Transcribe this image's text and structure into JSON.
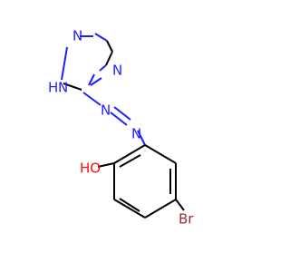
{
  "molecule": {
    "atoms": {
      "n_ring_top": "N",
      "n_ring_right": "N",
      "nh_ring": "H",
      "nh_ring_n": "N",
      "n_azo_1": "N",
      "n_azo_2": "N",
      "hydroxyl": "HO",
      "bromine": "Br"
    }
  },
  "colors": {
    "nitrogen": "#1f1fff",
    "oxygen": "#ff0d0d",
    "bromine": "#a62929",
    "carbon_bond": "#000000",
    "background": "#ffffff"
  }
}
